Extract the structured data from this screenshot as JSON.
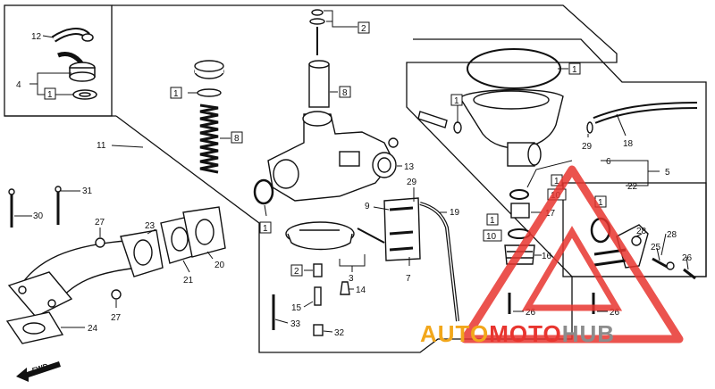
{
  "callouts": {
    "c12": "12",
    "c4": "4",
    "c1_tl": "1",
    "c11": "11",
    "c2_top": "2",
    "c1_mid": "1",
    "c8_spring": "8",
    "c8_tube": "8",
    "c13": "13",
    "c29_mid": "29",
    "c9": "9",
    "c19": "19",
    "c1_left": "1",
    "c3": "3",
    "c7": "7",
    "c2_jet": "2",
    "c14": "14",
    "c15": "15",
    "c33": "33",
    "c32": "32",
    "c31": "31",
    "c30": "30",
    "c27_top": "27",
    "c23": "23",
    "c21": "21",
    "c20": "20",
    "c27_bot": "27",
    "c24": "24",
    "c1_right_top": "1",
    "c1_bowl": "1",
    "c29_right": "29",
    "c18": "18",
    "c6": "6",
    "c5": "5",
    "c22": "22",
    "c1_ring": "1",
    "c10_a": "10",
    "c17": "17",
    "c1_lower": "1",
    "c10_b": "10",
    "c16": "16",
    "c1_panel": "1",
    "c28_a": "28",
    "c28_b": "28",
    "c25": "25",
    "c26_a": "26",
    "c26_b": "26",
    "c26_c": "26"
  },
  "fwd_label": "FWD",
  "watermark": {
    "part1": "AUTO",
    "part2": "MOTO",
    "part3": "HUB",
    "color_red": "#e8352f",
    "color_orange": "#f2a71b",
    "color_gray": "#8c8c8c"
  }
}
